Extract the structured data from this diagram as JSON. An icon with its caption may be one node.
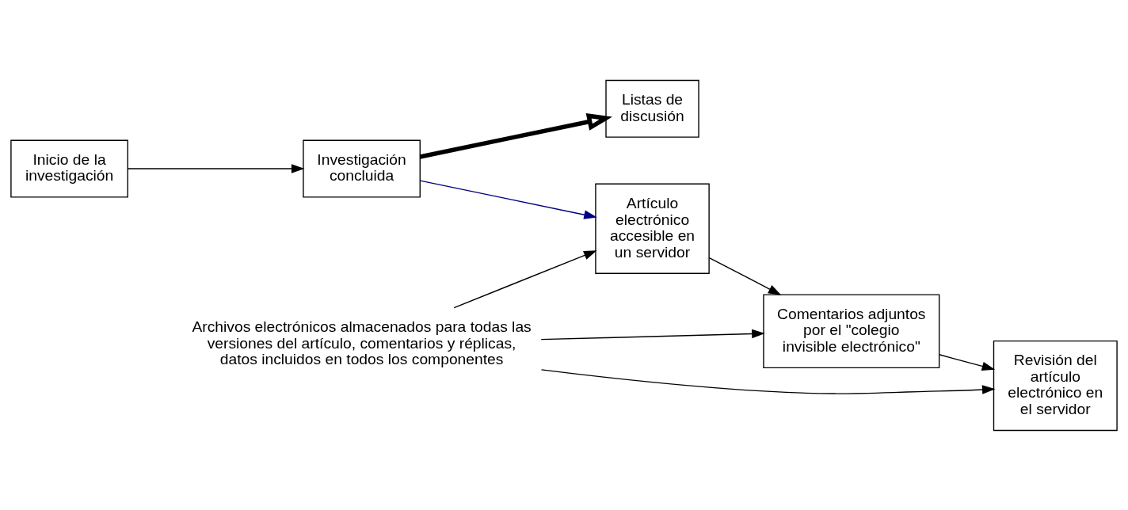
{
  "diagram": {
    "nodes": [
      {
        "text": [
          "Listas de discusión"
        ]
      },
      {
        "text": [
          "Inicio de la investigación"
        ]
      },
      {
        "text": [
          "Investigación concluida"
        ]
      },
      {
        "text": [
          "Artículo electrónico accesible en un servidor"
        ]
      },
      {
        "text": [
          "Comentarios adjuntos por el \"colegio invisible electrónico\""
        ]
      },
      {
        "text": [
          "Revisión del artículo electrónico en el servidor"
        ]
      },
      {
        "text": [
          "Archivos electrónicos almacenados para todas las versiones del artículo, comentarios y réplicas, datos incluidos en todos los componentes"
        ]
      }
    ],
    "edges": [
      {
        "from": 1,
        "to": 2,
        "arrow": "to"
      },
      {
        "from": 2,
        "to": 0,
        "arrow": "to",
        "style": "thick"
      },
      {
        "from": 2,
        "to": 3,
        "arrow": "to",
        "color": "#000080"
      },
      {
        "from": 3,
        "to": 4,
        "arrow": "to"
      },
      {
        "from": 4,
        "to": 5,
        "arrow": "to"
      },
      {
        "from": 6,
        "to": 3,
        "arrow": "to"
      },
      {
        "from": 6,
        "to": 4,
        "arrow": "to"
      },
      {
        "from": 6,
        "to": 5,
        "arrow": "to"
      }
    ]
  }
}
